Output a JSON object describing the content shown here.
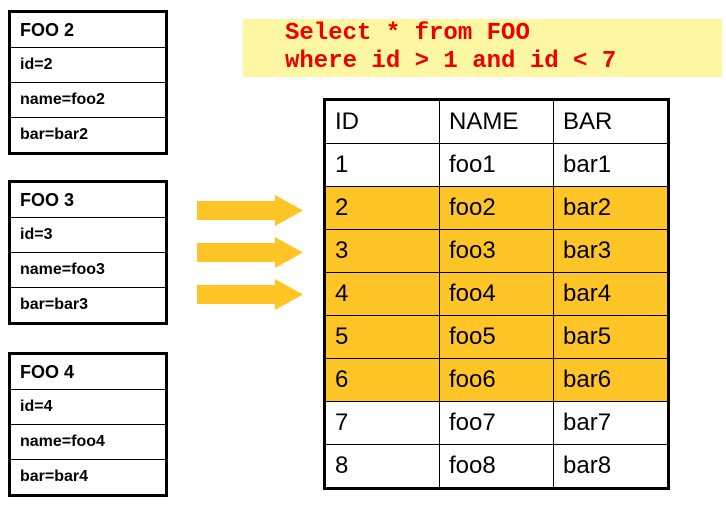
{
  "query": {
    "lines": [
      "Select * from FOO",
      "where id > 1 and id < 7"
    ]
  },
  "objects": [
    {
      "title": "FOO 2",
      "fields": [
        "id=2",
        "name=foo2",
        "bar=bar2"
      ]
    },
    {
      "title": "FOO 3",
      "fields": [
        "id=3",
        "name=foo3",
        "bar=bar3"
      ]
    },
    {
      "title": "FOO 4",
      "fields": [
        "id=4",
        "name=foo4",
        "bar=bar4"
      ]
    }
  ],
  "arrows": {
    "count": 3,
    "direction": "right"
  },
  "table": {
    "headers": [
      "ID",
      "NAME",
      "BAR"
    ],
    "rows": [
      {
        "cells": [
          "1",
          "foo1",
          "bar1"
        ],
        "highlighted": false
      },
      {
        "cells": [
          "2",
          "foo2",
          "bar2"
        ],
        "highlighted": true
      },
      {
        "cells": [
          "3",
          "foo3",
          "bar3"
        ],
        "highlighted": true
      },
      {
        "cells": [
          "4",
          "foo4",
          "bar4"
        ],
        "highlighted": true
      },
      {
        "cells": [
          "5",
          "foo5",
          "bar5"
        ],
        "highlighted": true
      },
      {
        "cells": [
          "6",
          "foo6",
          "bar6"
        ],
        "highlighted": true
      },
      {
        "cells": [
          "7",
          "foo7",
          "bar7"
        ],
        "highlighted": false
      },
      {
        "cells": [
          "8",
          "foo8",
          "bar8"
        ],
        "highlighted": false
      }
    ]
  },
  "colors": {
    "gold": "#FFC526",
    "querybg": "#FDF6A3",
    "querytext": "#EE0000"
  }
}
